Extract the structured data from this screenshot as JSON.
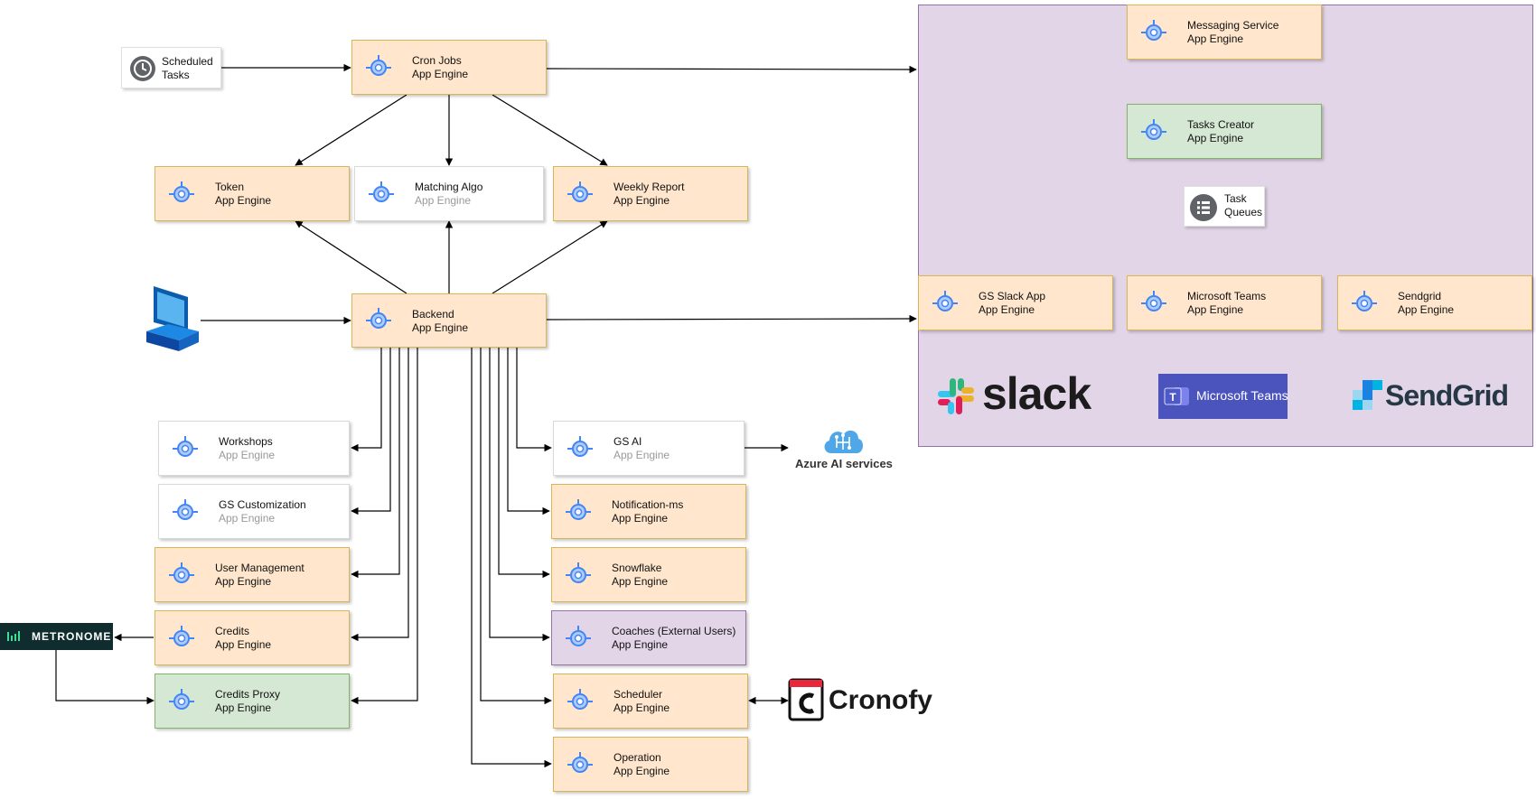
{
  "nodes": {
    "cron_jobs": {
      "title": "Cron Jobs",
      "sub": "App Engine"
    },
    "token": {
      "title": "Token",
      "sub": "App Engine"
    },
    "matching_algo": {
      "title": "Matching Algo",
      "sub": "App Engine"
    },
    "weekly_report": {
      "title": "Weekly Report",
      "sub": "App Engine"
    },
    "backend": {
      "title": "Backend",
      "sub": "App Engine"
    },
    "workshops": {
      "title": "Workshops",
      "sub": "App Engine"
    },
    "gs_customization": {
      "title": "GS Customization",
      "sub": "App Engine"
    },
    "user_management": {
      "title": "User Management",
      "sub": "App Engine"
    },
    "credits": {
      "title": "Credits",
      "sub": "App Engine"
    },
    "credits_proxy": {
      "title": "Credits Proxy",
      "sub": "App Engine"
    },
    "gs_ai": {
      "title": "GS AI",
      "sub": "App Engine"
    },
    "notification_ms": {
      "title": "Notification-ms",
      "sub": "App Engine"
    },
    "snowflake": {
      "title": "Snowflake",
      "sub": "App Engine"
    },
    "coaches": {
      "title": "Coaches (External Users)",
      "sub": "App Engine"
    },
    "scheduler": {
      "title": "Scheduler",
      "sub": "App Engine"
    },
    "operation": {
      "title": "Operation",
      "sub": "App Engine"
    },
    "messaging_service": {
      "title": "Messaging Service",
      "sub": "App Engine"
    },
    "tasks_creator": {
      "title": "Tasks Creator",
      "sub": "App Engine"
    },
    "gs_slack_app": {
      "title": "GS Slack App",
      "sub": "App Engine"
    },
    "microsoft_teams_app": {
      "title": "Microsoft Teams",
      "sub": "App Engine"
    },
    "sendgrid_app": {
      "title": "Sendgrid",
      "sub": "App Engine"
    }
  },
  "scheduled_tasks": {
    "line1": "Scheduled",
    "line2": "Tasks"
  },
  "task_queues": {
    "line1": "Task",
    "line2": "Queues"
  },
  "logos": {
    "slack": "slack",
    "microsoft_teams": "Microsoft Teams",
    "sendgrid": "SendGrid",
    "azure": "Azure AI services",
    "metronome": "METRONOME",
    "cronofy": "Cronofy"
  },
  "colors": {
    "orange_fill": "#ffe6cc",
    "orange_border": "#d6b656",
    "green_fill": "#d5e8d4",
    "purple_fill": "#e1d5e7",
    "group_border": "#9673a6"
  }
}
